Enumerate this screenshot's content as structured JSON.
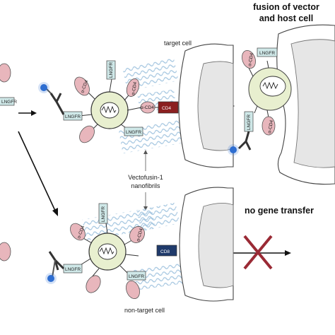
{
  "header": {
    "line1": "fusion of vector",
    "line2": "and host cell"
  },
  "labels": {
    "target_cell": "target cell",
    "non_target_cell": "non-target cell",
    "nanofibrils_line1": "Vectofusin-1",
    "nanofibrils_line2": "nanofibrils",
    "no_gene_transfer": "no gene transfer"
  },
  "receptors": {
    "lngfr": "LNGFR",
    "lngfr_partial": "LNGFR",
    "alpha_cd4": "α-CD4",
    "cd4": "CD4",
    "cd8": "CD8"
  },
  "colors": {
    "vector_fill": "#e8efcf",
    "alpha_cd4_fill": "#e8b6bc",
    "lngfr_fill": "#cfe8e8",
    "cd4_fill": "#8b1f1f",
    "cd8_fill": "#1f3a6b",
    "fibril": "#9ec2de",
    "cross": "#9a2a35",
    "antibody_dot": "#2f6fd1",
    "cell": "#e6e6e6"
  }
}
